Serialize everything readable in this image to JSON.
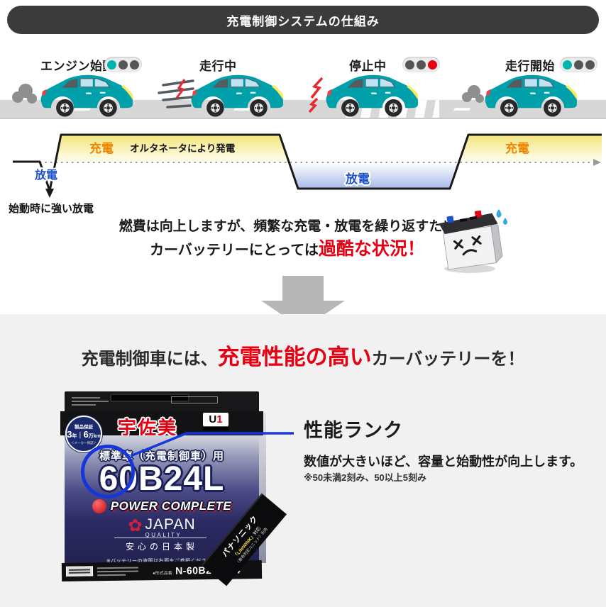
{
  "banner": {
    "title": "充電制御システムの仕組み"
  },
  "light_colors": {
    "teal": "#00b5ad",
    "gray": "#565656",
    "red": "#e60012"
  },
  "stages": [
    {
      "label": "エンジン始動",
      "lights": [
        "#00b5ad",
        "#565656",
        "#565656"
      ]
    },
    {
      "label": "走行中"
    },
    {
      "label": "停止中",
      "lights": [
        "#565656",
        "#565656",
        "#e60012"
      ]
    },
    {
      "label": "走行開始",
      "lights": [
        "#00b5ad",
        "#565656",
        "#565656"
      ]
    }
  ],
  "waveform": {
    "charge1": "充電",
    "alternator_note": "オルタネータにより発電",
    "discharge1": "放電",
    "start_note": "始動時に強い放電",
    "discharge2": "放電",
    "charge2": "充電",
    "charge_color": "#f08300",
    "discharge_color": "#1d50cf"
  },
  "caution": {
    "line1": "燃費は向上しますが、頻繁な充電・放電を繰り返すため",
    "line2_black": "カーバッテリーにとっては",
    "line2_red": "過酷な状況！"
  },
  "recommend": {
    "part1": "充電制御車には、",
    "part2_red": "充電性能の高い",
    "part3": "カーバッテリーを！"
  },
  "product": {
    "brand": "宇佐美",
    "logo_u": "U",
    "logo_1": "1",
    "warranty": {
      "head": "製品保証",
      "num1": "3",
      "unit1": "年",
      "sep": "｜",
      "num2": "6",
      "unit2": "万km",
      "sub": "＜メーカー保証＞"
    },
    "usage": "標準車（充電制御車）用",
    "model": "60B24L",
    "power": "POWER COMPLETE",
    "japan": {
      "flower": "✿",
      "name": "JAPAN",
      "quality": "QUALITY",
      "made": "安心の日本製"
    },
    "note": "※バッテリーの液面は右面をご参照ください。",
    "part_prefix": "●形式品番",
    "part_number": "N-60B24L/U4",
    "ribbon": {
      "brand": "パナソニック",
      "line2a": "「LifeWINK」",
      "line2b": "対応",
      "line3": "〈寿命判定ユニット〉別売"
    }
  },
  "callout": {
    "title": "性能ランク",
    "desc": "数値が大きいほど、容量と始動性が向上します。",
    "note": "※50未満2刻み、50以上5刻み"
  },
  "colors": {
    "accent_red": "#e60012",
    "navy": "#232250",
    "callout_blue": "#1536d8",
    "car_teal": "#00a0aa"
  }
}
